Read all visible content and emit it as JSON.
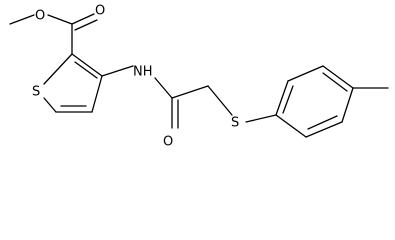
{
  "atoms": [
    {
      "id": "O_ether",
      "symbol": "O"
    },
    {
      "id": "O_carbonyl_ester",
      "symbol": "O"
    },
    {
      "id": "NH",
      "symbol": "NH"
    },
    {
      "id": "S_ring",
      "symbol": "S"
    },
    {
      "id": "O_carbonyl_amide",
      "symbol": "O"
    },
    {
      "id": "S_thioether",
      "symbol": "S"
    }
  ]
}
